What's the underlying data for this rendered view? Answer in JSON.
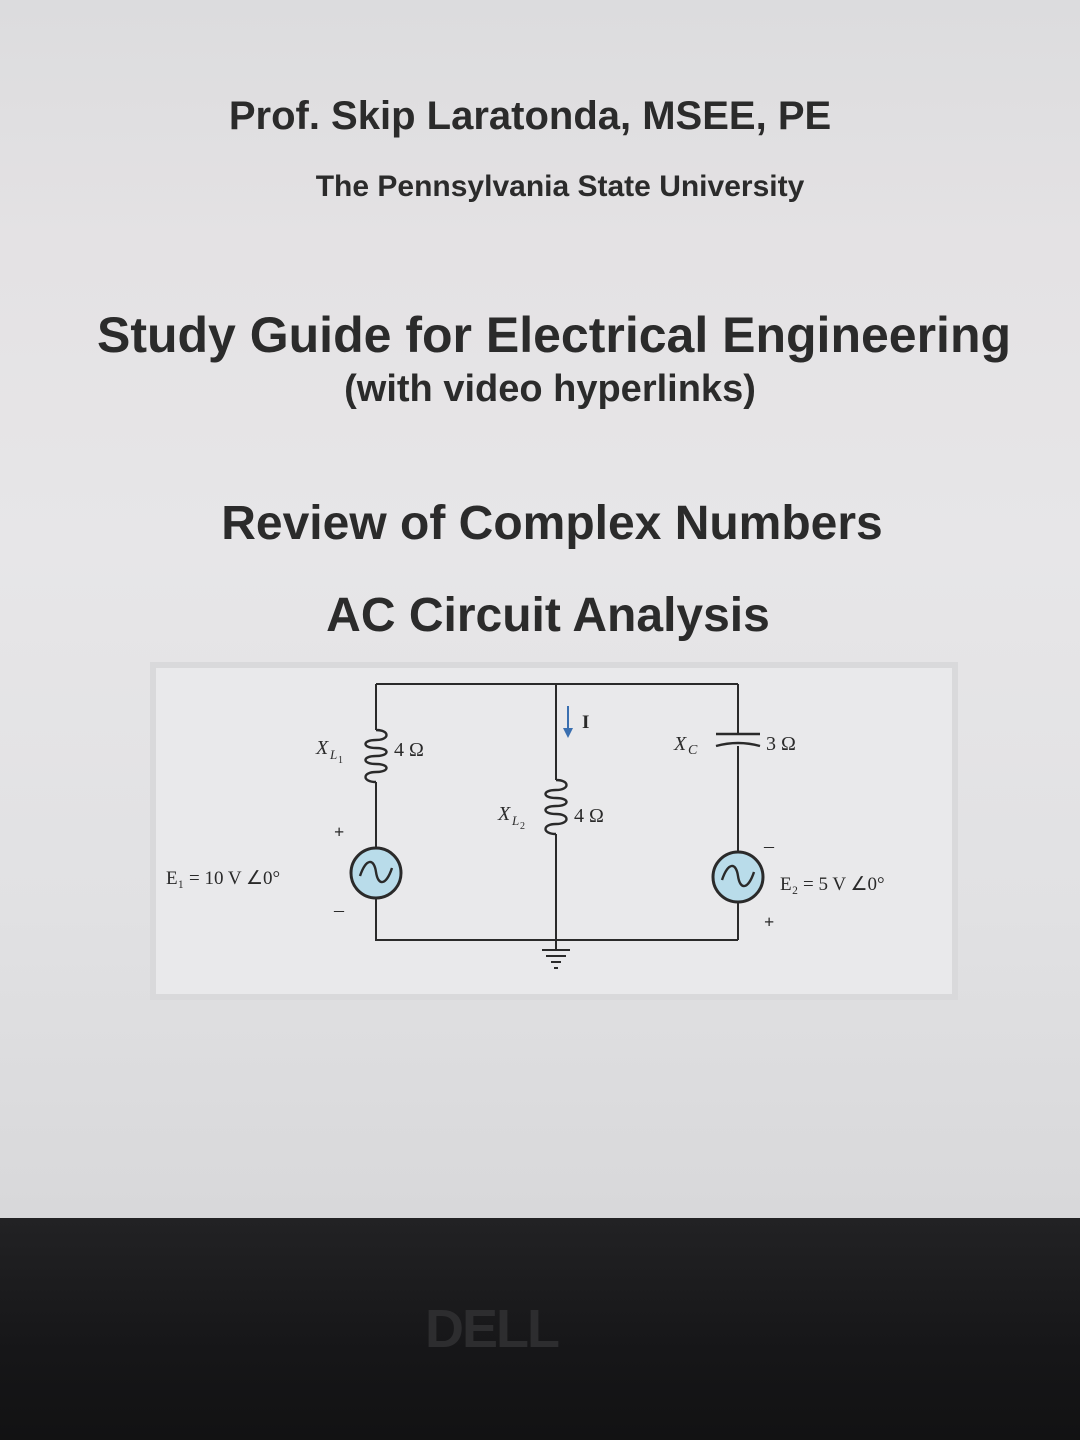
{
  "document": {
    "author": "Prof. Skip Laratonda, MSEE, PE",
    "institution": "The Pennsylvania State University",
    "title": "Study Guide for Electrical Engineering",
    "subtitle": "(with video hyperlinks)",
    "topic_1": "Review of Complex Numbers",
    "topic_2": "AC Circuit Analysis"
  },
  "circuit": {
    "xl1_symbol": "X",
    "xl1_sub": "L",
    "xl1_subsub": "1",
    "xl1_value": "4 Ω",
    "xl2_symbol": "X",
    "xl2_sub": "L",
    "xl2_subsub": "2",
    "xl2_value": "4 Ω",
    "xc_symbol": "X",
    "xc_sub": "C",
    "xc_value": "3 Ω",
    "current_label": "I",
    "e1_label": "E₁ = 10 V ∠0°",
    "e2_label": "E₂ = 5 V ∠0°",
    "plus": "+",
    "minus": "–"
  },
  "monitor": {
    "brand": "DELL"
  },
  "colors": {
    "source_fill": "#b9dcea",
    "wire": "#2a2a2a",
    "current_arrow": "#3a6fb0"
  }
}
